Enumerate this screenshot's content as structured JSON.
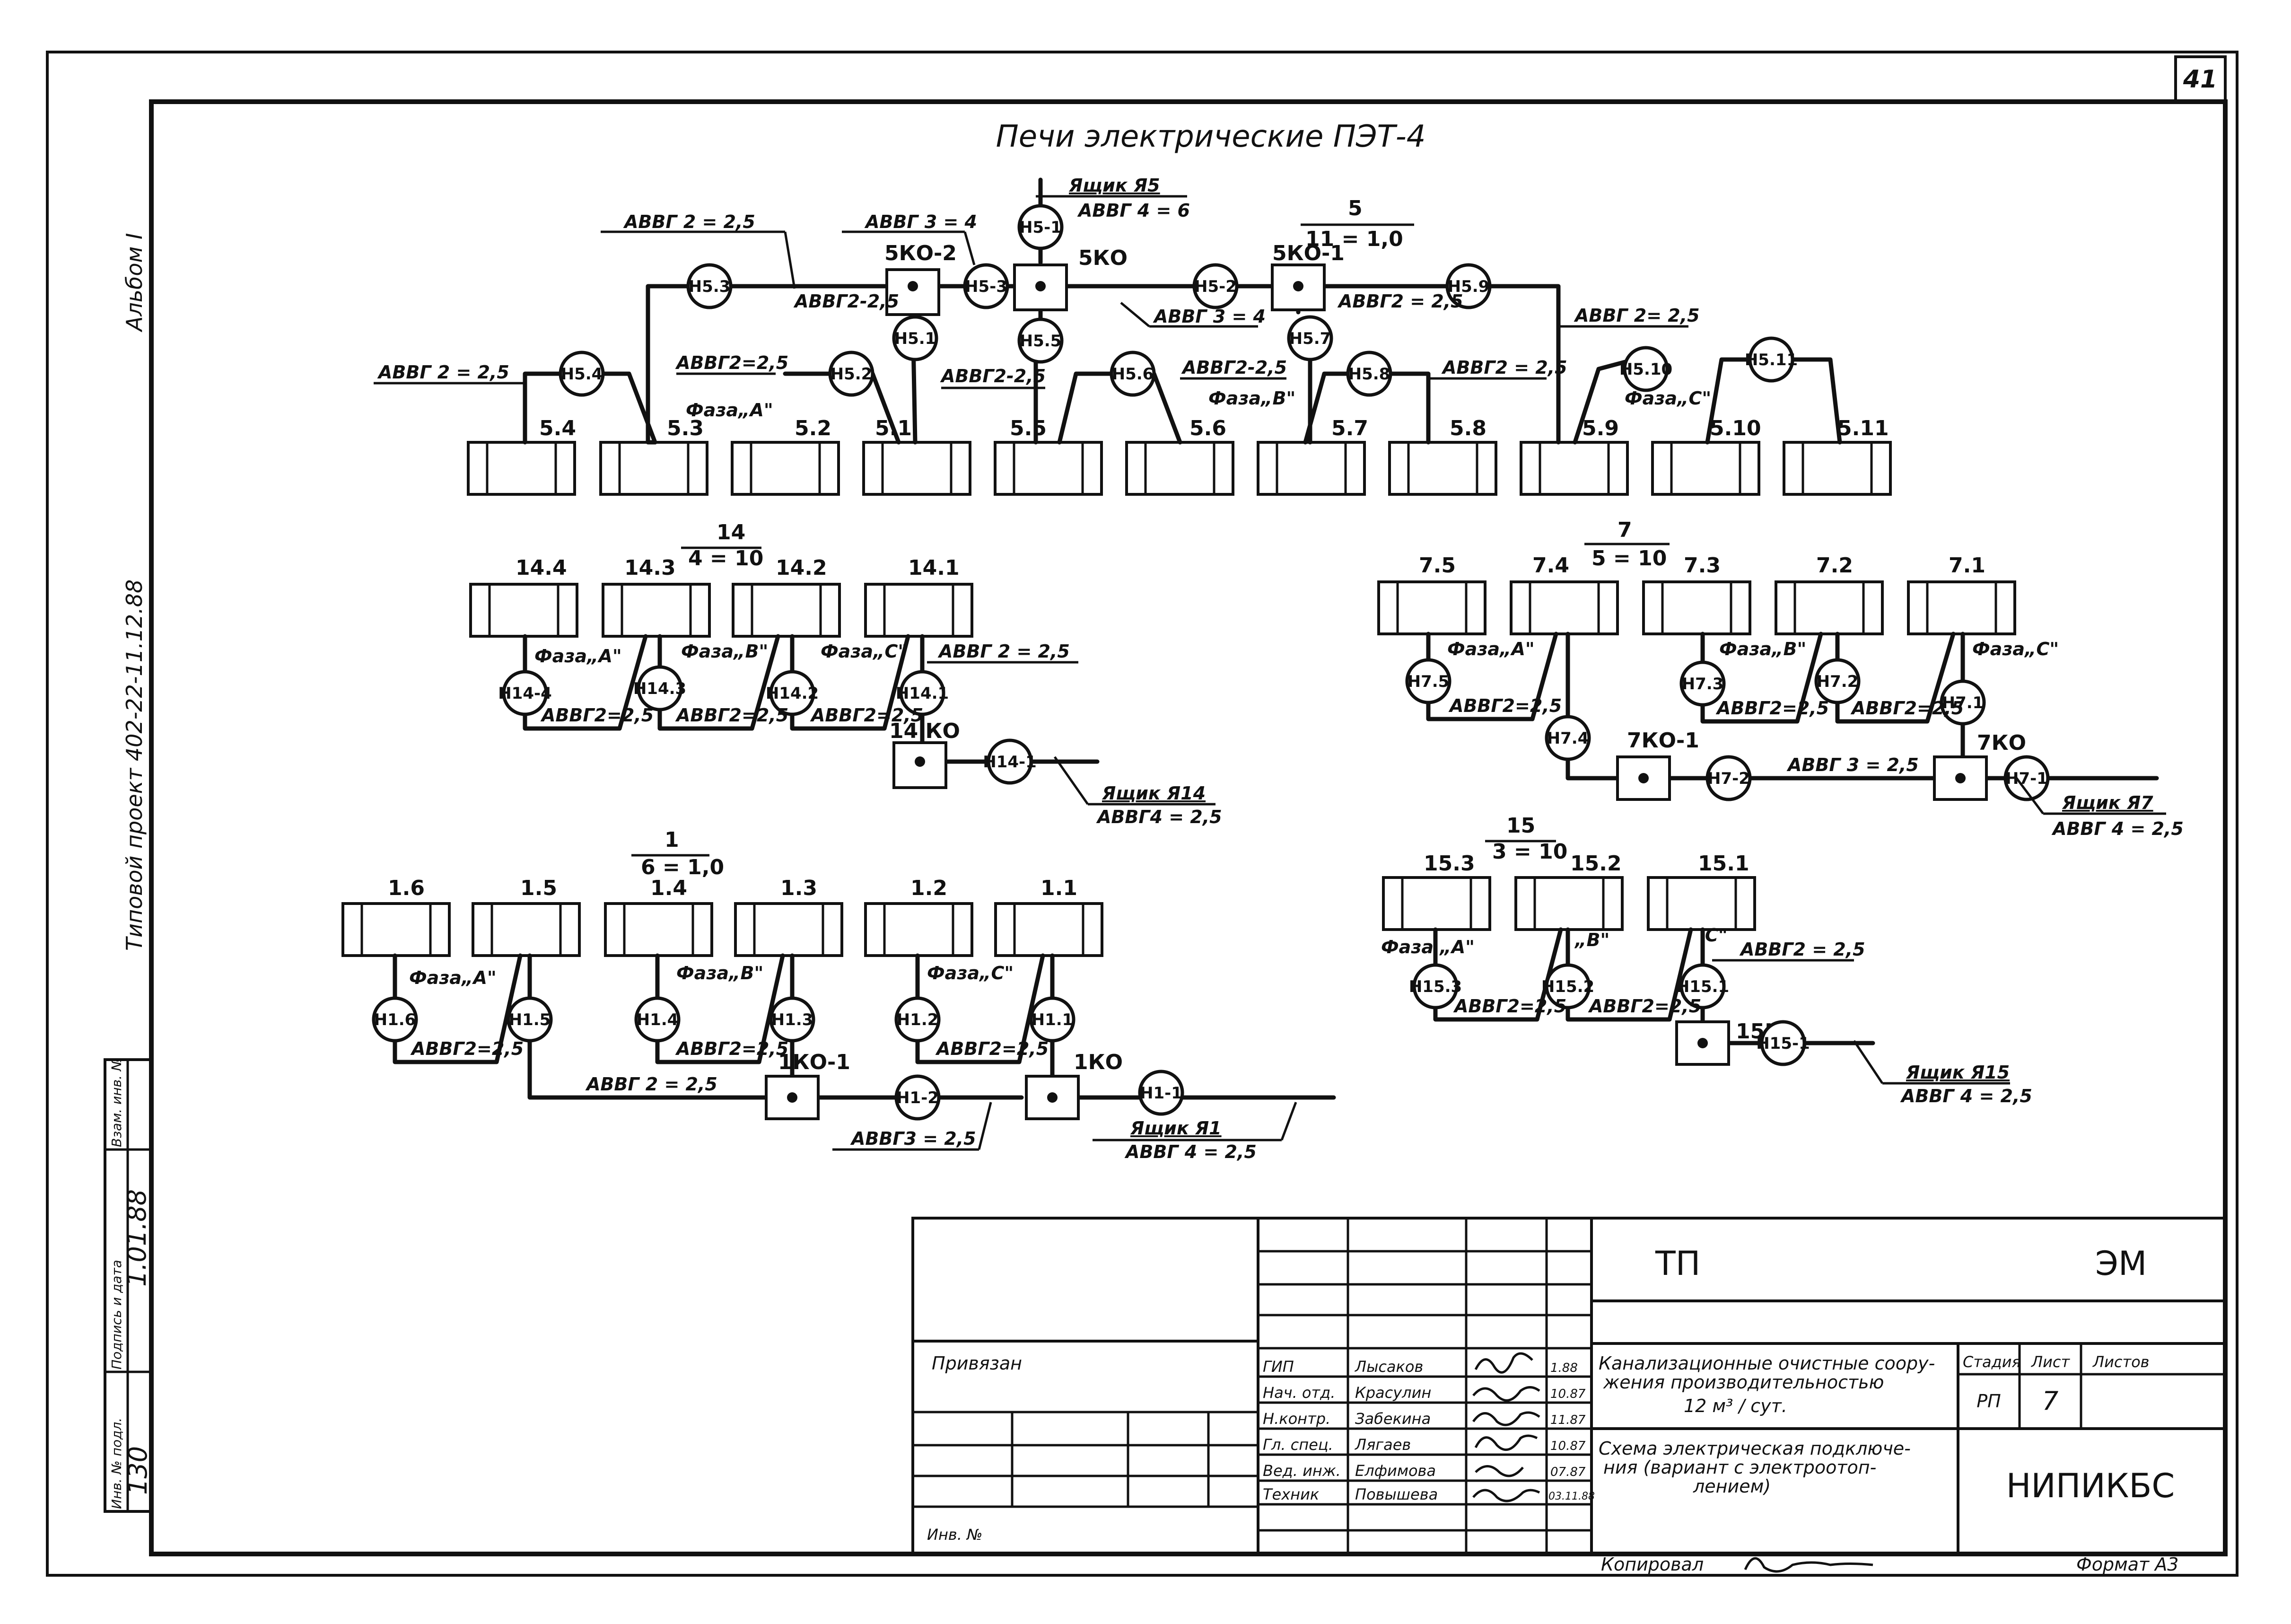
{
  "sheet": {
    "number": "41",
    "title": "Печи электрические ПЭТ-4",
    "left_margin": {
      "album": "Альбом I",
      "project": "Типовой проект 402-22-11.12.88"
    },
    "side_stamp": {
      "inv_orig": "Инв. № подл.",
      "inv_orig_val": "130",
      "sign_date": "Подпись и дата",
      "sign_date_val": "1.01.88",
      "replace_inv": "Взам. инв. №"
    },
    "footer": {
      "copied": "Копировал",
      "format": "Формат А3"
    }
  },
  "diagram": {
    "groups": [
      {
        "id": "5",
        "heading": "5",
        "heading_sub": "11 = 1,0",
        "terminals": [
          "5.4",
          "5.3",
          "5.2",
          "5.1",
          "5.5",
          "5.6",
          "5.7",
          "5.8",
          "5.9",
          "5.10",
          "5.11"
        ],
        "boxes": [
          "5КО-2",
          "5КО",
          "5КО-1"
        ],
        "nodes": [
          "Н5.4",
          "Н5.3",
          "Н5.2",
          "Н5.1",
          "Н5-3",
          "Н5-1",
          "Н5.5",
          "Н5.6",
          "Н5-2",
          "Н5.7",
          "Н5.8",
          "Н5.9",
          "Н5.10",
          "Н5.11"
        ],
        "cables": [
          "АВВГ 2 = 2,5",
          "АВВГ 2 = 2,5",
          "АВВГ 3 = 4",
          "АВВГ2-2,5",
          "АВВГ2=2,5",
          "АВВГ2-2,5",
          "АВВГ 3 = 4",
          "АВВГ2-2,5",
          "АВВГ2 = 2,5",
          "АВВГ2 = 2,5",
          "АВВГ 2= 2,5",
          "АВВГ 4 = 6"
        ],
        "supply": "Ящик Я5",
        "phases": [
          "Фаза„А\"",
          "Фаза„В\"",
          "Фаза„С\""
        ]
      },
      {
        "id": "14",
        "heading": "14",
        "heading_sub": "4 = 10",
        "terminals": [
          "14.4",
          "14.3",
          "14.2",
          "14.1"
        ],
        "boxes": [
          "14 КО"
        ],
        "nodes": [
          "Н14-4",
          "Н14.3",
          "Н14.2",
          "Н14.1",
          "Н14-1"
        ],
        "cables": [
          "АВВГ2=2,5",
          "АВВГ2=2,5",
          "АВВГ2=2,5",
          "АВВГ 2 = 2,5",
          "АВВГ4 = 2,5"
        ],
        "supply": "Ящик Я14",
        "phases": [
          "Фаза„А\"",
          "Фаза„В\"",
          "Фаза„С\""
        ]
      },
      {
        "id": "7",
        "heading": "7",
        "heading_sub": "5 = 10",
        "terminals": [
          "7.5",
          "7.4",
          "7.3",
          "7.2",
          "7.1"
        ],
        "boxes": [
          "7КО-1",
          "7КО"
        ],
        "nodes": [
          "Н7.5",
          "Н7.4",
          "Н7.3",
          "Н7.2",
          "Н7.1",
          "Н7-2",
          "Н7-1"
        ],
        "cables": [
          "АВВГ2=2,5",
          "АВВГ2=2,5",
          "АВВГ2=2,5",
          "АВВГ 3 = 2,5",
          "АВВГ 4 = 2,5"
        ],
        "supply": "Ящик Я7",
        "phases": [
          "Фаза„А\"",
          "Фаза„В\"",
          "Фаза„С\""
        ]
      },
      {
        "id": "1",
        "heading": "1",
        "heading_sub": "6 = 1,0",
        "terminals": [
          "1.6",
          "1.5",
          "1.4",
          "1.3",
          "1.2",
          "1.1"
        ],
        "boxes": [
          "1КО-1",
          "1КО"
        ],
        "nodes": [
          "Н1.6",
          "Н1.5",
          "Н1.4",
          "Н1.3",
          "Н1.2",
          "Н1.1",
          "Н1-2",
          "Н1-1"
        ],
        "cables": [
          "АВВГ2=2,5",
          "АВВГ2=2,5",
          "АВВГ2=2,5",
          "АВВГ 2 = 2,5",
          "АВВГ3 = 2,5",
          "АВВГ 4 = 2,5"
        ],
        "supply": "Ящик Я1",
        "phases": [
          "Фаза„А\"",
          "Фаза„В\"",
          "Фаза„С\""
        ]
      },
      {
        "id": "15",
        "heading": "15",
        "heading_sub": "3 = 10",
        "terminals": [
          "15.3",
          "15.2",
          "15.1"
        ],
        "boxes": [
          "15КО"
        ],
        "nodes": [
          "Н15.3",
          "Н15.2",
          "Н15.1",
          "Н15-1"
        ],
        "cables": [
          "АВВГ2=2,5",
          "АВВГ2=2,5",
          "АВВГ2 = 2,5",
          "АВВГ 4 = 2,5"
        ],
        "supply": "Ящик Я15",
        "phases": [
          "Фаза „А\"",
          "„В\"",
          "С\""
        ]
      }
    ]
  },
  "title_block": {
    "code_left": "ТП",
    "code_right": "ЭМ",
    "privyazan": "Привязан",
    "inv": "Инв. №",
    "roles": [
      "ГИП",
      "Нач. отд.",
      "Н.контр.",
      "Гл. спец.",
      "Вед. инж.",
      "Техник"
    ],
    "names": [
      "Лысаков",
      "Красулин",
      "Забекина",
      "Лягаев",
      "Елфимова",
      "Повышева"
    ],
    "dates": [
      "1.88",
      "10.87",
      "11.87",
      "10.87",
      "07.87",
      "03.11.88"
    ],
    "object": [
      "Канализационные очистные соору-",
      "жения производительностью",
      "12 м³ / сут."
    ],
    "drawing": [
      "Схема электрическая подключе-",
      "ния (вариант с электроотоп-",
      "лением)"
    ],
    "stage_h": "Стадия",
    "sheet_h": "Лист",
    "sheets_h": "Листов",
    "stage": "РП",
    "sheet_no": "7",
    "org": "НИПИКБС"
  }
}
